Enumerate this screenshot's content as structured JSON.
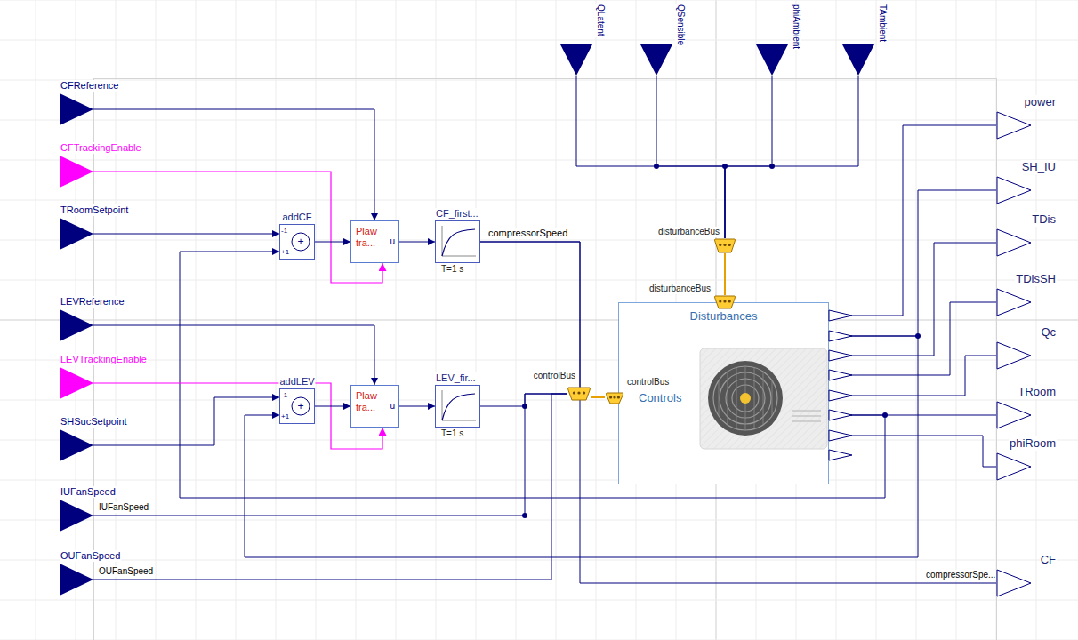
{
  "diagram": {
    "nodes": [
      {
        "text": [
          "CFReference"
        ]
      },
      {
        "text": [
          "CFTrackingEnable"
        ]
      },
      {
        "text": [
          "TRoomSetpoint"
        ]
      },
      {
        "text": [
          "LEVReference"
        ]
      },
      {
        "text": [
          "LEVTrackingEnable"
        ]
      },
      {
        "text": [
          "SHSucSetpoint"
        ]
      },
      {
        "text": [
          "IUFanSpeed"
        ]
      },
      {
        "text": [
          "OUFanSpeed"
        ]
      },
      {
        "text": [
          "QLatent"
        ]
      },
      {
        "text": [
          "QSensible"
        ]
      },
      {
        "text": [
          "phiAmbient"
        ]
      },
      {
        "text": [
          "TAmbient"
        ]
      },
      {
        "text": [
          "addCF",
          "+",
          "-1",
          "+1"
        ]
      },
      {
        "text": [
          "Plaw tra...",
          "u"
        ]
      },
      {
        "text": [
          "CF_first...",
          "T=1 s"
        ]
      },
      {
        "text": [
          "addLEV",
          "+",
          "-1",
          "+1"
        ]
      },
      {
        "text": [
          "Plaw tra...",
          "u"
        ]
      },
      {
        "text": [
          "LEV_fir...",
          "T=1 s"
        ]
      },
      {
        "text": [
          "disturbanceBus"
        ]
      },
      {
        "text": [
          "Disturbances",
          "Controls"
        ]
      },
      {
        "text": [
          "disturbanceBus"
        ],
        "in": 19
      },
      {
        "text": [
          "controlBus"
        ]
      },
      {
        "text": [
          "controlBus"
        ],
        "in": 19
      },
      {
        "text": [
          "power"
        ]
      },
      {
        "text": [
          "SH_IU"
        ]
      },
      {
        "text": [
          "TDis"
        ]
      },
      {
        "text": [
          "TDisSH"
        ]
      },
      {
        "text": [
          "Qc"
        ]
      },
      {
        "text": [
          "TRoom"
        ]
      },
      {
        "text": [
          "phiRoom"
        ]
      },
      {
        "text": [
          "CF"
        ]
      }
    ],
    "edges": [
      {
        "from": 0,
        "to": 13,
        "arrow": "to"
      },
      {
        "from": 1,
        "to": 13,
        "arrow": "to"
      },
      {
        "from": 2,
        "to": 12,
        "arrow": "to"
      },
      {
        "from": 12,
        "to": 13,
        "arrow": "to"
      },
      {
        "from": 13,
        "to": 14,
        "arrow": "to"
      },
      {
        "from": 19,
        "to": 12,
        "arrow": "to"
      },
      {
        "from": 14,
        "to": 21,
        "label": "compressorSpeed",
        "arrow": "none"
      },
      {
        "from": 14,
        "to": 30,
        "label": "compressorSpe...",
        "arrow": "none"
      },
      {
        "from": 3,
        "to": 16,
        "arrow": "to"
      },
      {
        "from": 4,
        "to": 16,
        "arrow": "to"
      },
      {
        "from": 5,
        "to": 15,
        "arrow": "to"
      },
      {
        "from": 15,
        "to": 16,
        "arrow": "to"
      },
      {
        "from": 16,
        "to": 17,
        "arrow": "to"
      },
      {
        "from": 17,
        "to": 21,
        "arrow": "none"
      },
      {
        "from": 19,
        "to": 15,
        "arrow": "to"
      },
      {
        "from": 6,
        "to": 21,
        "label": "IUFanSpeed",
        "arrow": "none"
      },
      {
        "from": 7,
        "to": 21,
        "label": "OUFanSpeed",
        "arrow": "none"
      },
      {
        "from": 8,
        "to": 18,
        "arrow": "none"
      },
      {
        "from": 9,
        "to": 18,
        "arrow": "none"
      },
      {
        "from": 10,
        "to": 18,
        "arrow": "none"
      },
      {
        "from": 11,
        "to": 18,
        "arrow": "none"
      },
      {
        "from": 18,
        "to": 20,
        "arrow": "none"
      },
      {
        "from": 21,
        "to": 22,
        "arrow": "none"
      },
      {
        "from": 19,
        "to": 23,
        "arrow": "none"
      },
      {
        "from": 19,
        "to": 24,
        "arrow": "none"
      },
      {
        "from": 19,
        "to": 25,
        "arrow": "none"
      },
      {
        "from": 19,
        "to": 26,
        "arrow": "none"
      },
      {
        "from": 19,
        "to": 27,
        "arrow": "none"
      },
      {
        "from": 19,
        "to": 28,
        "arrow": "none"
      },
      {
        "from": 19,
        "to": 29,
        "arrow": "none"
      }
    ]
  }
}
